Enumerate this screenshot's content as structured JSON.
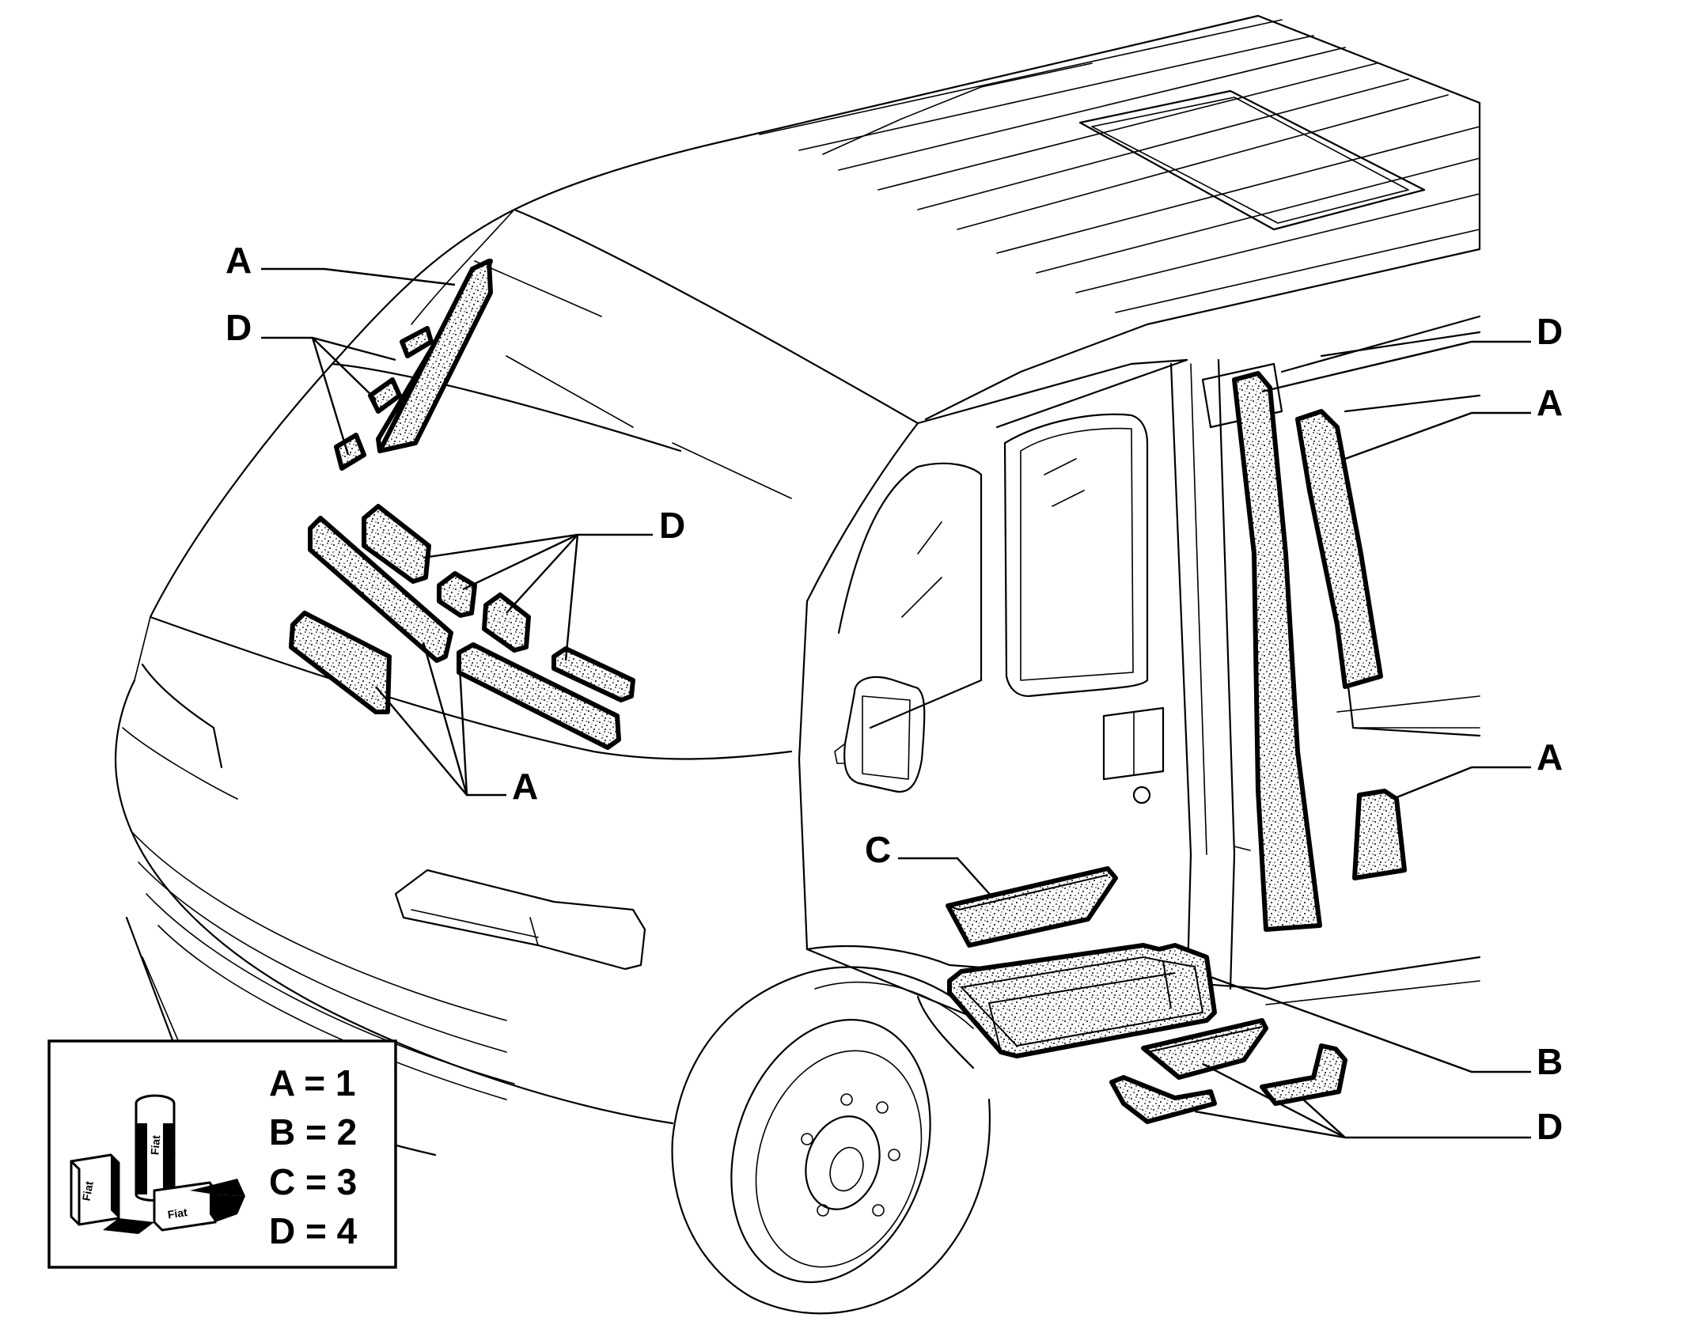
{
  "callouts": {
    "a_top_left": "A",
    "d_top_left": "D",
    "d_middle": "D",
    "a_middle": "A",
    "c_side": "C",
    "d_top_right": "D",
    "a_top_right": "A",
    "a_lower_right": "A",
    "b_right": "B",
    "d_bottom_right": "D"
  },
  "legend": {
    "entries": [
      {
        "text": "A = 1"
      },
      {
        "text": "B = 2"
      },
      {
        "text": "C = 3"
      },
      {
        "text": "D = 4"
      }
    ],
    "product_labels": [
      "Fiat",
      "Fiat",
      "Fiat",
      "Fiat"
    ]
  },
  "colors": {
    "ink": "#000000",
    "background": "#ffffff"
  }
}
